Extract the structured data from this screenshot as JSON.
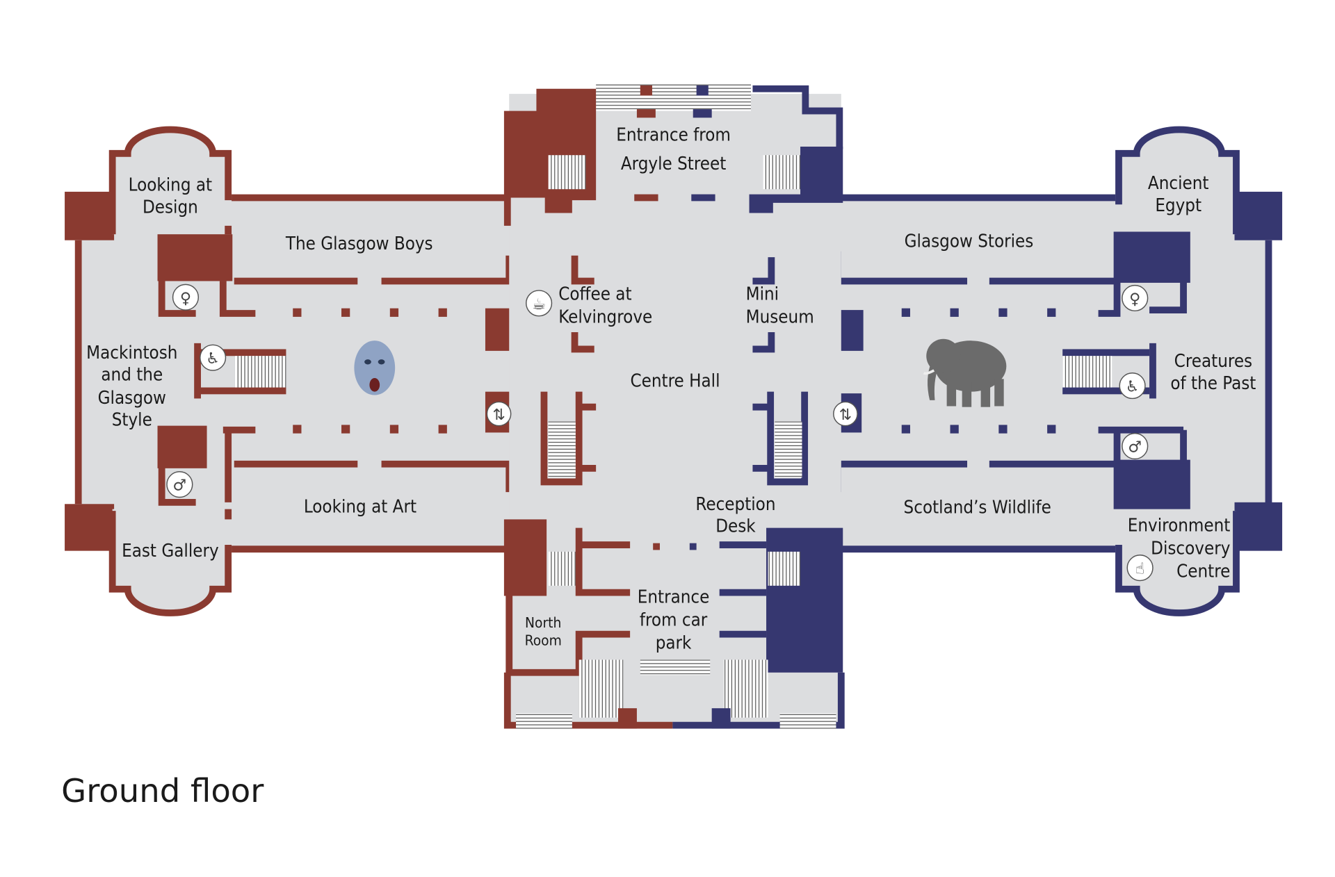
{
  "title": "Ground floor",
  "colors": {
    "west_wing": "#8a3a30",
    "east_wing": "#363770",
    "floor": "#dcdddf",
    "background": "#ffffff"
  },
  "rooms": {
    "looking_at_design": [
      "Looking at",
      "Design"
    ],
    "glasgow_boys": "The Glasgow Boys",
    "mackintosh": [
      "Mackintosh",
      "and the",
      "Glasgow",
      "Style"
    ],
    "looking_at_art": "Looking at Art",
    "east_gallery": "East Gallery",
    "entrance_argyle": [
      "Entrance from",
      "Argyle Street"
    ],
    "coffee": [
      "Coffee at",
      "Kelvingrove"
    ],
    "mini_museum": [
      "Mini",
      "Museum"
    ],
    "centre_hall": "Centre Hall",
    "reception": [
      "Reception",
      "Desk"
    ],
    "entrance_car_park": [
      "Entrance",
      "from car",
      "park"
    ],
    "north_room": [
      "North",
      "Room"
    ],
    "ancient_egypt": [
      "Ancient",
      "Egypt"
    ],
    "glasgow_stories": "Glasgow Stories",
    "creatures": [
      "Creatures",
      "of the Past"
    ],
    "scotlands_wildlife": "Scotland’s Wildlife",
    "environment": [
      "Environment",
      "Discovery",
      "Centre"
    ]
  },
  "icons": {
    "toilet": "toilet-icon",
    "accessible": "wheelchair-icon",
    "coffee": "coffee-cup-icon",
    "lift": "lift-icon",
    "hands_on": "hand-icon"
  }
}
